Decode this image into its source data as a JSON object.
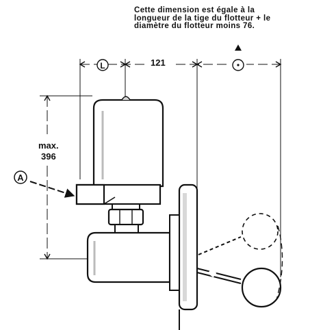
{
  "note": {
    "line1": "Cette dimension est égale à la",
    "line2": "longueur de la tige du flotteur + le",
    "line3": "diamètre du flotteur moins 76."
  },
  "dimensions": {
    "width": "121",
    "height_label": "max.",
    "height_value": "396"
  },
  "callouts": {
    "left_marker": "L",
    "part_marker": "A"
  },
  "colors": {
    "ink": "#111111",
    "paper": "#ffffff",
    "shade": "#d8d8d8"
  }
}
